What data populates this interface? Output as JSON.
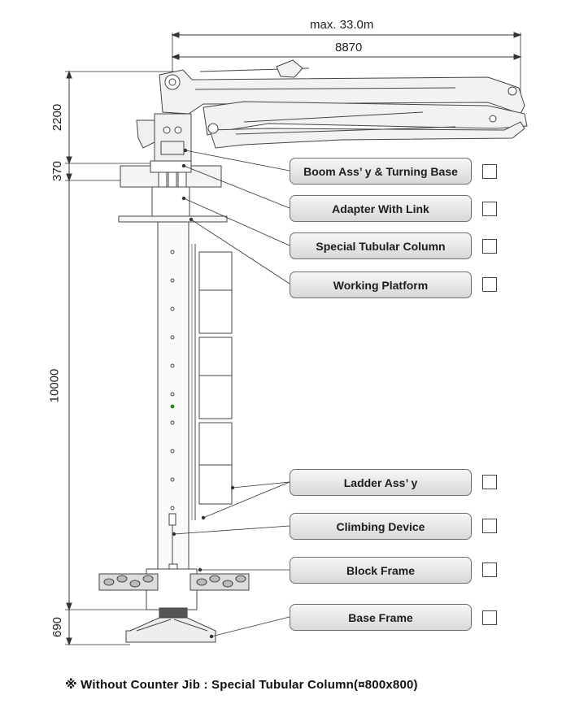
{
  "dimensions": {
    "max_reach": "max. 33.0m",
    "boom_horizontal": "8870",
    "boom_height": "2200",
    "adapter_height": "370",
    "column_height": "10000",
    "base_height": "690"
  },
  "callouts": [
    {
      "label": "Boom Ass’ y & Turning Base"
    },
    {
      "label": "Adapter With Link"
    },
    {
      "label": "Special Tubular Column"
    },
    {
      "label": "Working Platform"
    },
    {
      "label": "Ladder Ass’  y"
    },
    {
      "label": "Climbing Device"
    },
    {
      "label": "Block Frame"
    },
    {
      "label": "Base Frame"
    }
  ],
  "footnote": "※ Without Counter Jib : Special Tubular Column(¤800x800)"
}
